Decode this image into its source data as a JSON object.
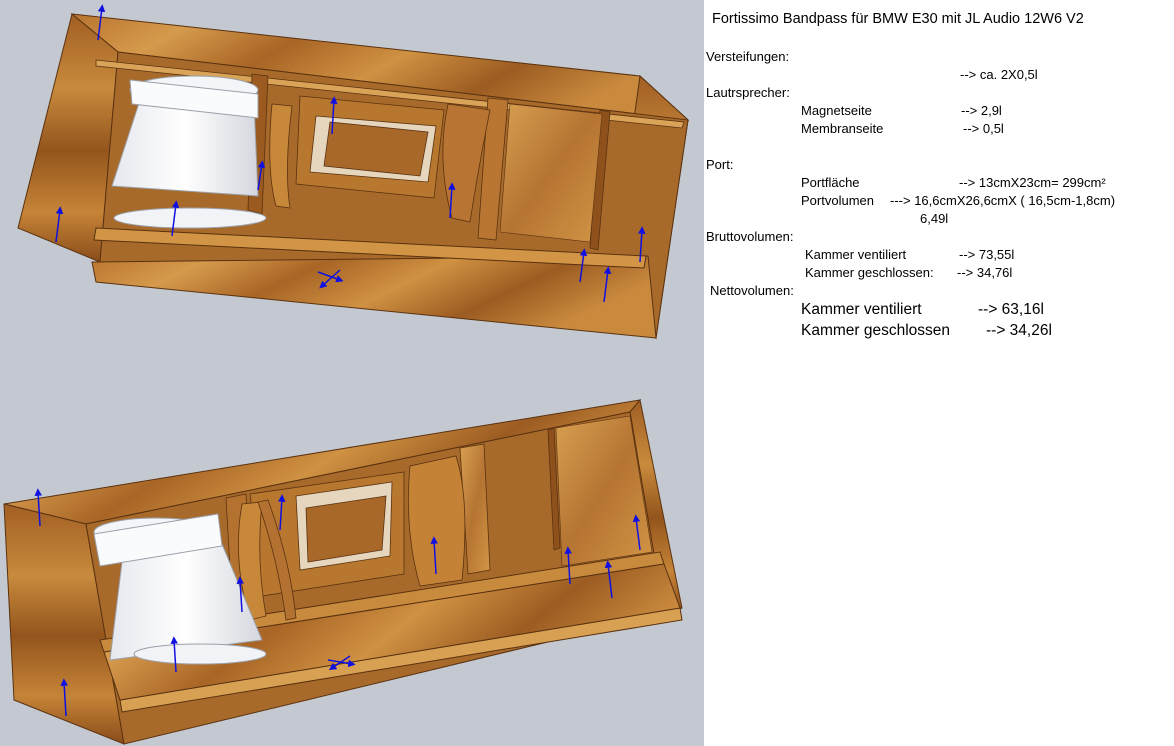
{
  "title": "Fortissimo Bandpass für BMW E30 mit JL Audio 12W6 V2",
  "specs": {
    "versteifungen_label": "Versteifungen:",
    "versteifungen_value": "--> ca. 2X0,5l",
    "lautsprecher_label": "Lautrsprecher:",
    "magnetseite_label": "Magnetseite",
    "magnetseite_value": "--> 2,9l",
    "membranseite_label": "Membranseite",
    "membranseite_value": "--> 0,5l",
    "port_label": "Port:",
    "portflaeche_label": "Portfläche",
    "portflaeche_value": "--> 13cmX23cm= 299cm²",
    "portvolumen_label": "Portvolumen",
    "portvolumen_value": "---> 16,6cmX26,6cmX ( 16,5cm-1,8cm)",
    "portvolumen_result": "6,49l",
    "brutto_label": "Bruttovolumen:",
    "brutto_ventiliert_label": "Kammer ventiliert",
    "brutto_ventiliert_value": "--> 73,55l",
    "brutto_geschlossen_label": "Kammer geschlossen:",
    "brutto_geschlossen_value": "--> 34,76l",
    "netto_label": "Nettovolumen:",
    "netto_ventiliert_label": "Kammer ventiliert",
    "netto_ventiliert_value": "--> 63,16l",
    "netto_geschlossen_label": "Kammer geschlossen",
    "netto_geschlossen_value": "--> 34,26l"
  },
  "colors": {
    "viewport_bg": "#c4c8d0",
    "wood_light": "#c98a3e",
    "wood_mid": "#a86a2a",
    "wood_dark": "#7a4618",
    "speaker": "#eef0f4",
    "arrows": "#1010e0"
  }
}
